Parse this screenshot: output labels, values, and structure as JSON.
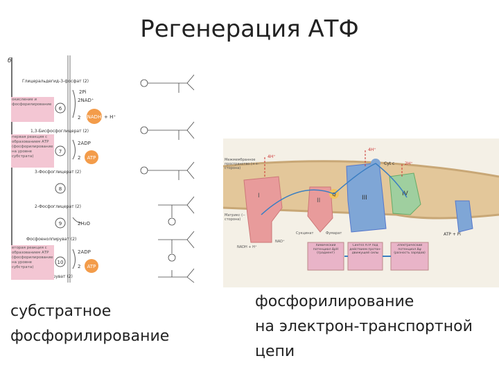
{
  "slide": {
    "title": "Регенерация АТФ",
    "left_caption": [
      "субстратное",
      "фосфорилирование"
    ],
    "right_caption": [
      "фосфорилирование",
      "на электрон-транспортной",
      "цепи"
    ]
  },
  "left_figure": {
    "panel_letter": "б",
    "metabolites": [
      "Глицеральдегид-3-фосфат (2)",
      "1,3-Бисфосфоглицерат (2)",
      "3-Фосфоглицерат (2)",
      "2-Фосфоглицерат (2)",
      "Фосфоенолпируват (2)",
      "Пируват (2)"
    ],
    "steps": [
      "6",
      "7",
      "8",
      "9",
      "10"
    ],
    "cofactors": {
      "pi": "2Pi",
      "nad": "2NAD⁺",
      "nadh": "NADH",
      "h_plus": "+ H⁺",
      "adp": "2ADP",
      "atp": "ATP",
      "water": "2H₂O",
      "two": "2"
    },
    "notes": [
      "окисление и фосфорилирование",
      "первая реакция с образованием АТР (фосфорилирование на уровне субстрата)",
      "вторая реакция с образованием АТР (фосфорилирование на уровне субстрата)"
    ],
    "colors": {
      "note_bg": "#f3c6d3",
      "cofactor_orange": "#f39c4a",
      "arrow": "#555555"
    }
  },
  "right_figure": {
    "complexes": [
      "I",
      "II",
      "III",
      "IV"
    ],
    "q_label": "Q",
    "cyt_c": "Cyt c",
    "labels": {
      "intermembrane": "Межмембранное пространство (++-сторона)",
      "matrix": "Матрикс (--сторона)",
      "succinate": "Сукцинат",
      "fumarate": "Фумарат",
      "nadh": "NADH + H⁺",
      "nad": "NAD⁺",
      "atp": "ATP + Pi",
      "h4": "4H⁺",
      "h2": "2H⁺"
    },
    "boxes": [
      "Химический потенциал ΔpH (градиент)",
      "Синтез АТР под действием протон-движущей силы",
      "Электрический потенциал Δψ (разность зарядов)"
    ],
    "colors": {
      "membrane": "#e3c79a",
      "complex_i": "#e89b9b",
      "complex_iii": "#7fa6d6",
      "complex_iv": "#9fcf9f",
      "box_bg": "#e9b4c8"
    }
  }
}
